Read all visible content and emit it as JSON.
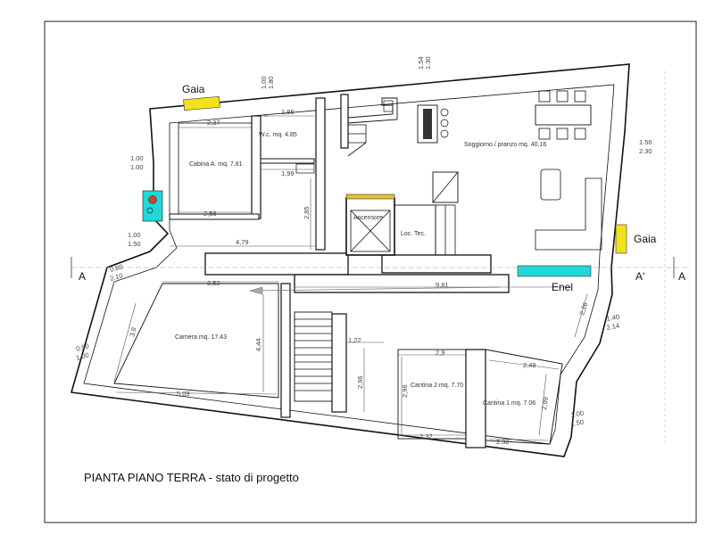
{
  "drawing": {
    "title": "PIANTA PIANO TERRA  - stato di progetto",
    "section_marks": [
      "A",
      "A",
      "A'",
      "A"
    ]
  },
  "rooms": {
    "wc": "W.c. mq. 4.85",
    "cabina": "Cabina A. mq. 7,81",
    "soggiorno": "Soggiorno / pranzo mq. 40,16",
    "ascensore": "Ascensore",
    "loc_tec": "Loc. Tec.",
    "camera": "Camera mq. 17.43",
    "cantina2": "Cantina 2 mq. 7.70",
    "cantina1": "Cantina 1 mq. 7.06"
  },
  "equipment": {
    "gaia_top": "Gaia",
    "gaia_right": "Gaia",
    "enel": "Enel"
  },
  "colors": {
    "gaia": "#f2e21a",
    "enel": "#1fd8d8",
    "boiler": "#1fd8d8",
    "boiler_dot": "#d7402a"
  },
  "dimensions": {
    "d_237": "2,37",
    "d_196": "1,96",
    "d_199": "1,99",
    "d_258": "2,58",
    "d_285": "2,85",
    "d_479": "4,79",
    "d_352": "3,52",
    "d_981": "9,81",
    "d_39": "3,9",
    "d_444": "4,44",
    "d_509": "5,09",
    "d_122": "1,22",
    "d_296": "2,96",
    "d_29": "2,9",
    "d_296b": "2,96",
    "d_249": "2,49",
    "d_232a": "2,32",
    "d_232b": "2,32",
    "d_299": "2,99",
    "d_226": "2,26",
    "d_100_180": [
      "1.00",
      "1.80"
    ],
    "d_154_130": [
      "1.54",
      "1.30"
    ],
    "d_156_230": [
      "1.56",
      "2.30"
    ],
    "d_100_100": [
      "1.00",
      "1.00"
    ],
    "d_100_150": [
      "1.00",
      "1.50"
    ],
    "d_080_210": [
      "0.80",
      "2.10"
    ],
    "d_090_100": [
      "0.90",
      "1.00"
    ],
    "d_140_214": [
      "1.40",
      "2.14"
    ],
    "d_100_150b": [
      "1.00",
      "1.50"
    ]
  }
}
